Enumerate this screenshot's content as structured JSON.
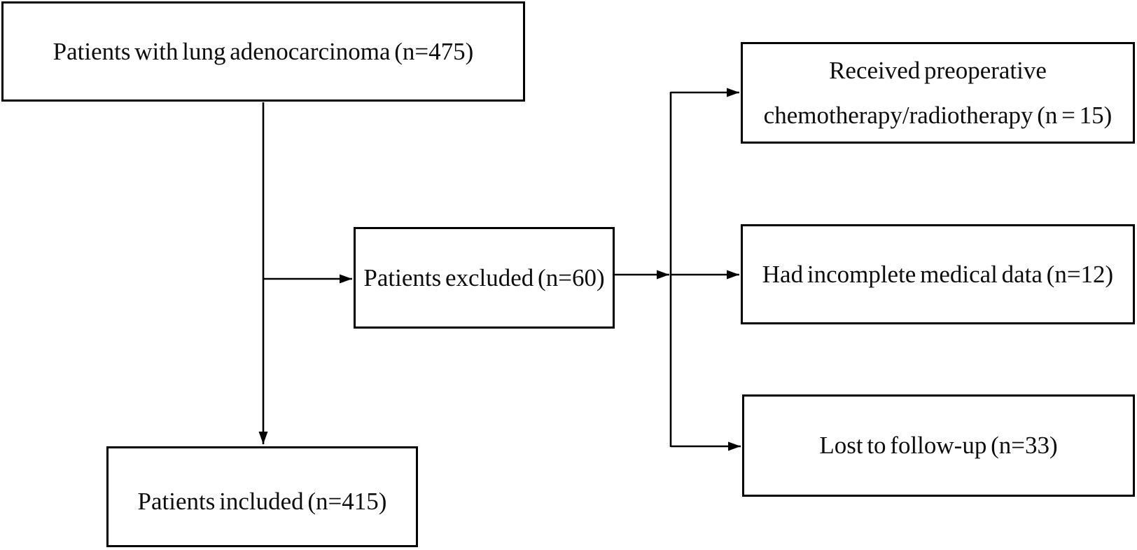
{
  "diagram": {
    "type": "flowchart",
    "colors": {
      "line": "#000000",
      "background": "#ffffff",
      "text": "#0d0d0d"
    },
    "nodes": {
      "initial": {
        "label": "Patients with lung adenocarcinoma (n=475)",
        "n": 475
      },
      "excluded": {
        "label": "Patients excluded (n=60)",
        "n": 60
      },
      "reason_chemo": {
        "line1": "Received preoperative",
        "line2": "chemotherapy/radiotherapy (n = 15)",
        "n": 15
      },
      "reason_incomplete": {
        "label": "Had incomplete medical data (n=12)",
        "n": 12
      },
      "reason_lost": {
        "label": "Lost to follow-up (n=33)",
        "n": 33
      },
      "included": {
        "label": "Patients included (n=415)",
        "n": 415
      }
    }
  }
}
